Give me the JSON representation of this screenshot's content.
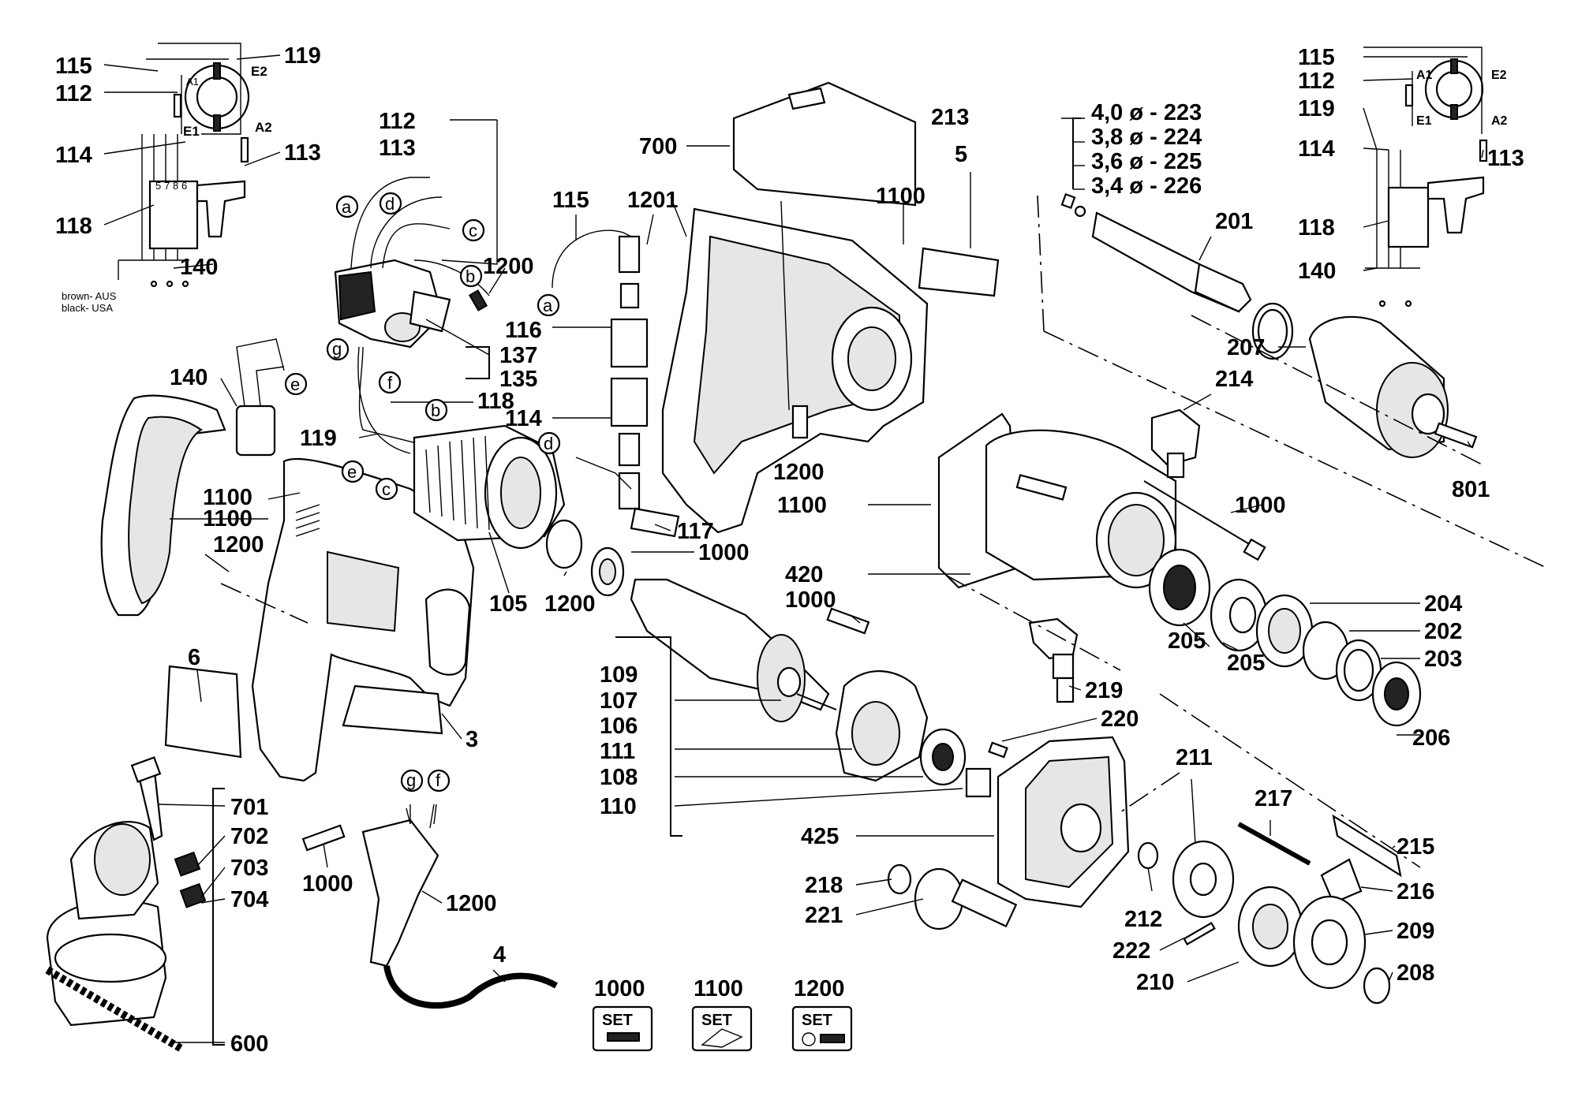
{
  "labels": [
    "115",
    "112",
    "114",
    "118",
    "140",
    "119",
    "113",
    "112",
    "113",
    "1200",
    "137",
    "135",
    "118",
    "119",
    "140",
    "115",
    "1201",
    "116",
    "114",
    "117",
    "1000",
    "1100",
    "1200",
    "700",
    "5",
    "1100",
    "1200",
    "420",
    "1000",
    "213",
    "4,0 ø - 223",
    "3,8 ø - 224",
    "3,6 ø - 225",
    "3,4 ø - 226",
    "201",
    "207",
    "214",
    "1000",
    "204",
    "202",
    "203",
    "206",
    "205",
    "205",
    "801",
    "115",
    "112",
    "119",
    "114",
    "113",
    "118",
    "140",
    "1100",
    "1100",
    "1200",
    "6",
    "3",
    "105",
    "1200",
    "109",
    "107",
    "106",
    "111",
    "108",
    "110",
    "1000",
    "219",
    "220",
    "425",
    "211",
    "217",
    "215",
    "216",
    "209",
    "208",
    "210",
    "222",
    "212",
    "218",
    "221",
    "701",
    "702",
    "703",
    "704",
    "1000",
    "1200",
    "4",
    "600"
  ],
  "legend_note": [
    "brown- AUS",
    "black- USA"
  ],
  "wiring_letters": [
    "A1",
    "E2",
    "E1",
    "A2",
    "5",
    "7",
    "8",
    "6"
  ],
  "wiring_letters_right": [
    "A1",
    "E2",
    "E1",
    "A2"
  ],
  "connectors": [
    "a",
    "b",
    "c",
    "d",
    "e",
    "f",
    "g",
    "a",
    "b",
    "c",
    "d",
    "e",
    "f",
    "g"
  ],
  "sets": [
    {
      "number": "1000",
      "icon": "SET"
    },
    {
      "number": "1100",
      "icon": "SET"
    },
    {
      "number": "1200",
      "icon": "SET"
    }
  ]
}
